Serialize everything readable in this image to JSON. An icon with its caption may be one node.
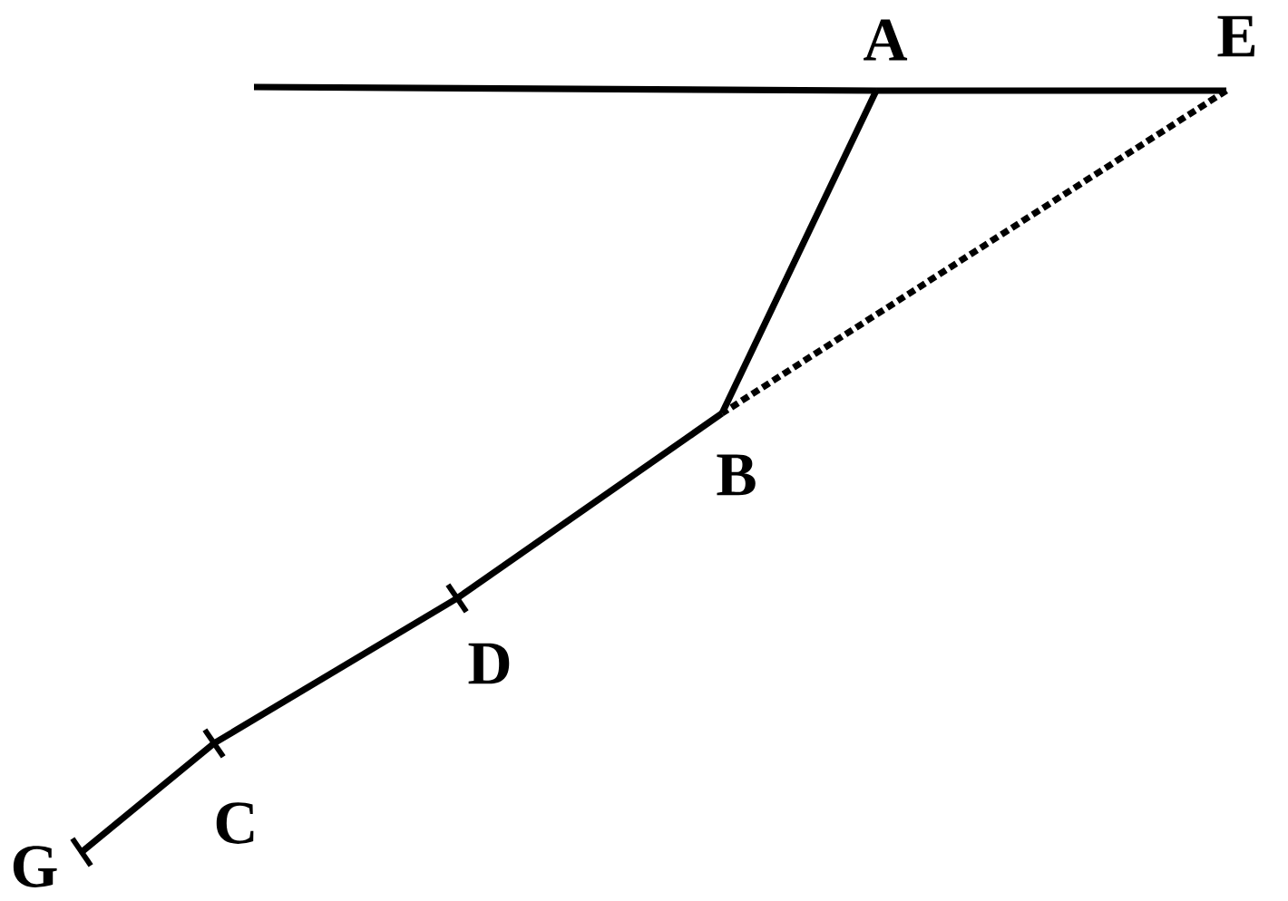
{
  "diagram": {
    "nodes": [
      {
        "text": [
          "A"
        ]
      },
      {
        "text": [
          "E"
        ]
      },
      {
        "text": [
          "B"
        ]
      },
      {
        "text": [
          "D"
        ]
      },
      {
        "text": [
          "C"
        ]
      },
      {
        "text": [
          "G"
        ]
      }
    ],
    "edges": [
      {
        "from": null,
        "to": 0,
        "arrow": "none"
      },
      {
        "from": 0,
        "to": 1,
        "arrow": "none"
      },
      {
        "from": 0,
        "to": 2,
        "arrow": "none"
      },
      {
        "from": 1,
        "to": 2,
        "arrow": "none",
        "style": "dashed"
      },
      {
        "from": 2,
        "to": 3,
        "arrow": "none"
      },
      {
        "from": 3,
        "to": 4,
        "arrow": "none"
      },
      {
        "from": 4,
        "to": 5,
        "arrow": "none"
      }
    ]
  }
}
